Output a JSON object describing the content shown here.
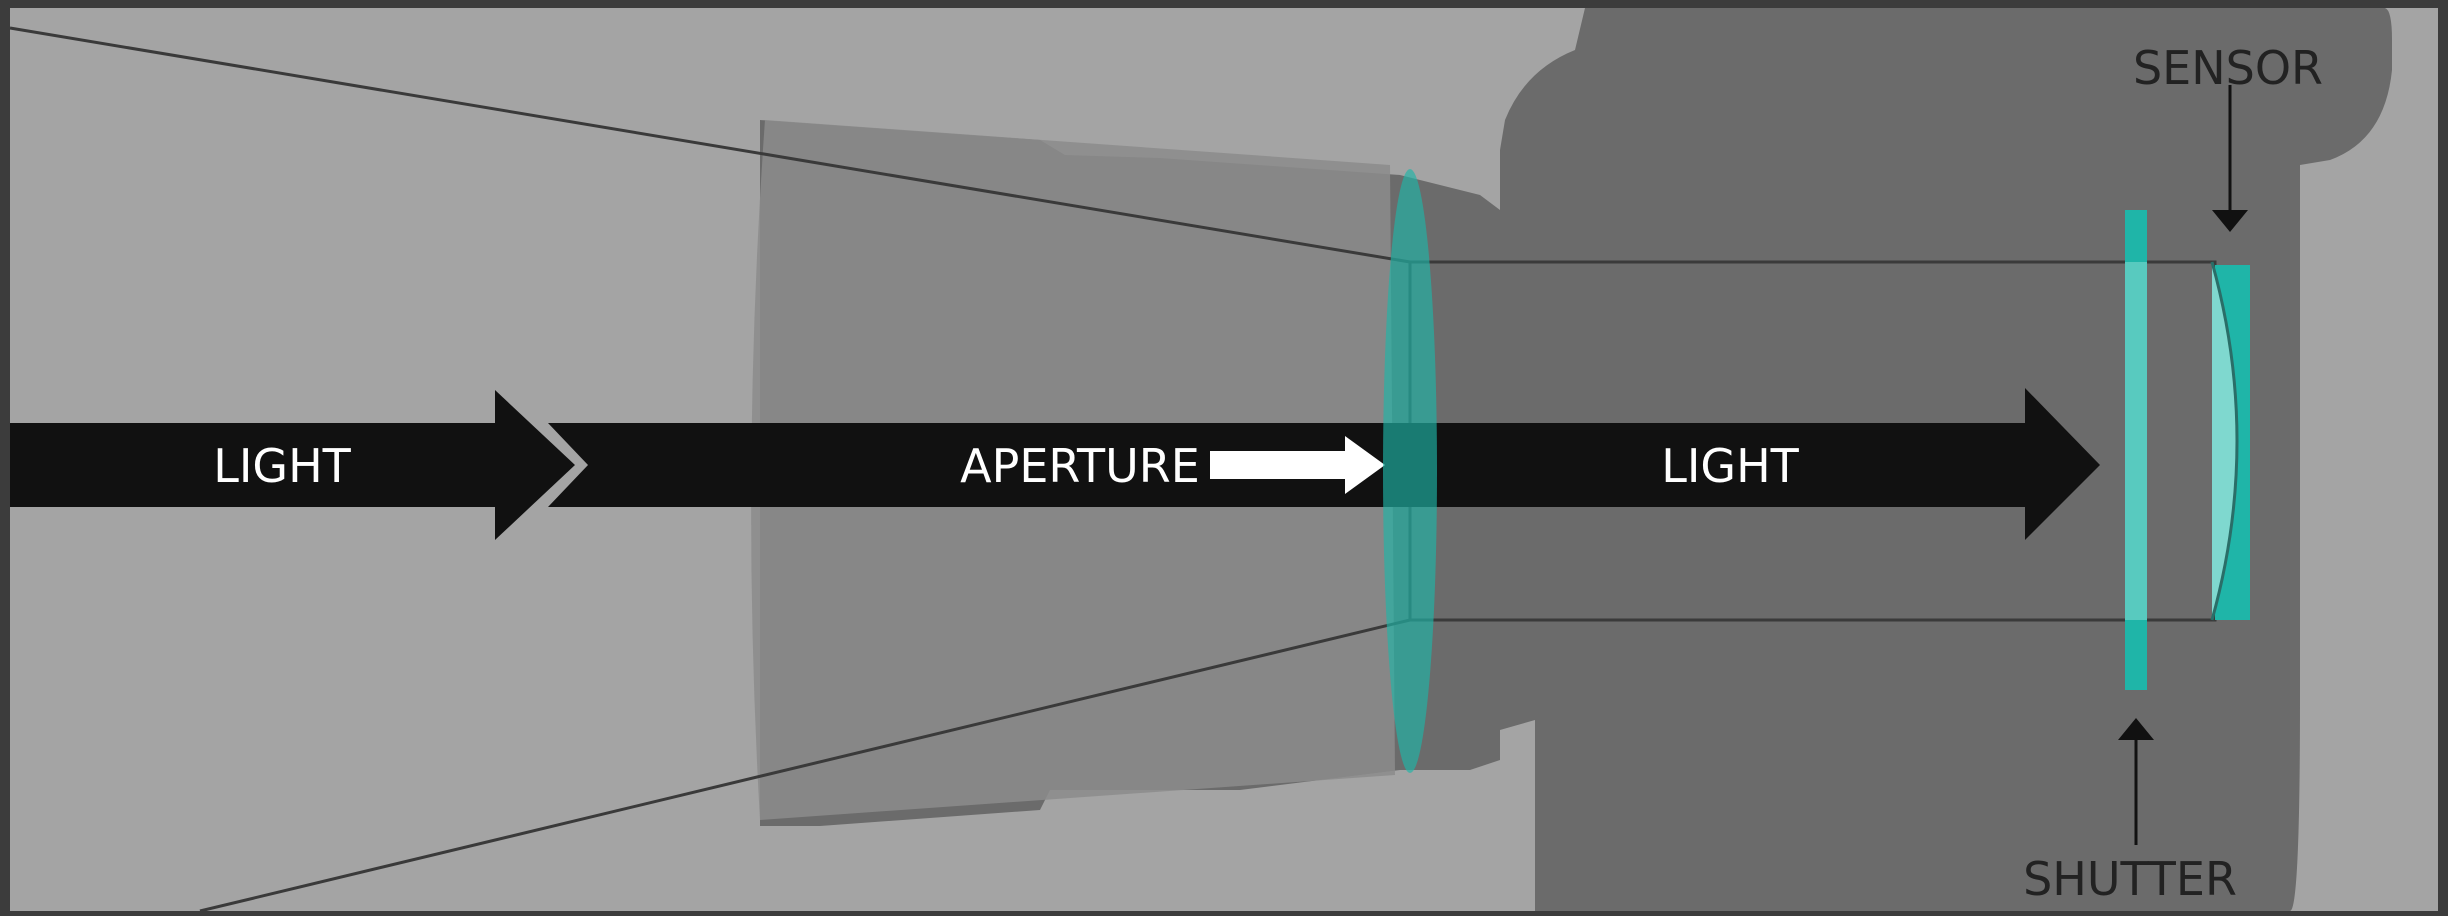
{
  "diagram": {
    "labels": {
      "light_in": "LIGHT",
      "aperture": "APERTURE",
      "light_out": "LIGHT",
      "sensor": "SENSOR",
      "shutter": "SHUTTER"
    },
    "colors": {
      "frame": "#3c3c3c",
      "background": "#a4a4a4",
      "camera_body": "#6b6b6b",
      "lens_barrel": "#8c8c8c",
      "arrow": "#111111",
      "aperture_arrow": "#ffffff",
      "glass": "#1fb5a8",
      "text_light": "#ffffff",
      "text_dark": "#222222"
    }
  }
}
